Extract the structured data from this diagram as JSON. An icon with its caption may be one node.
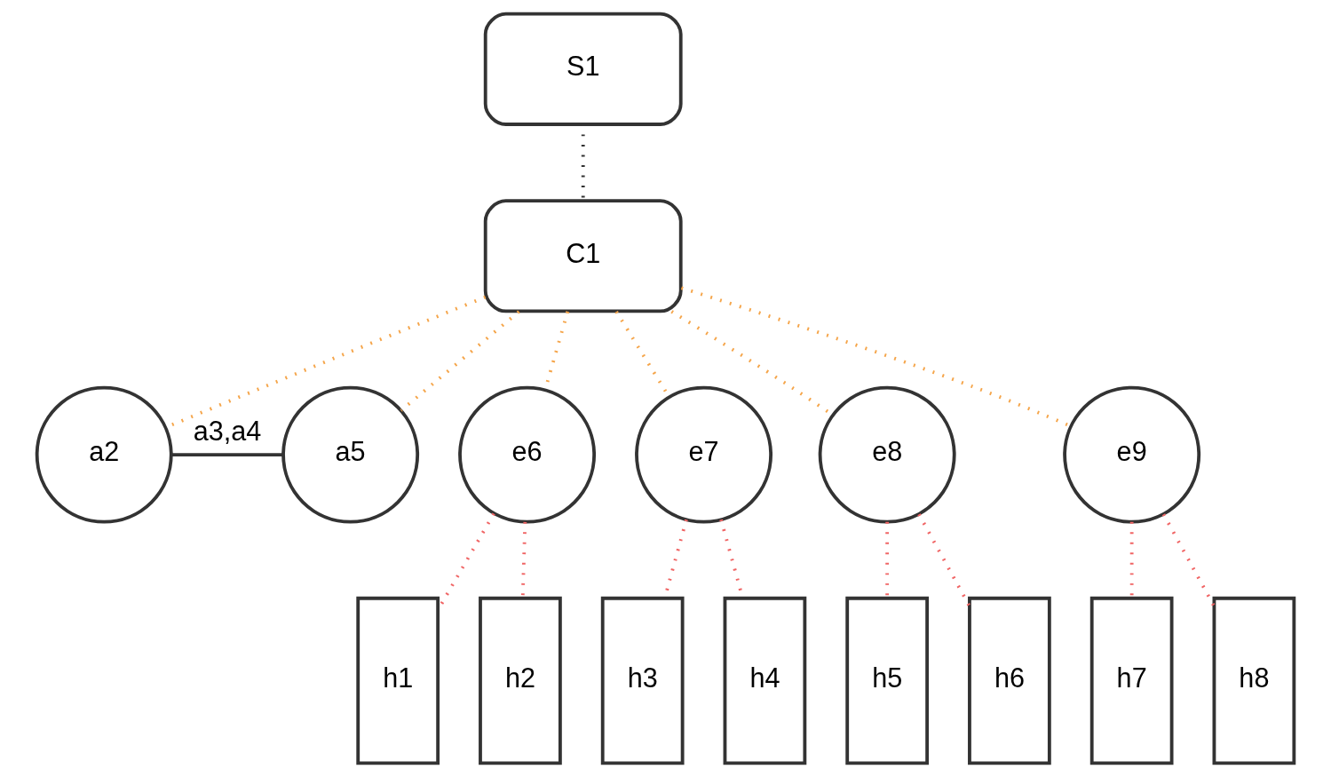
{
  "diagram": {
    "nodes": [
      {
        "text": [
          "S1"
        ]
      },
      {
        "text": [
          "C1"
        ]
      },
      {
        "text": [
          "a2"
        ]
      },
      {
        "text": [
          "a5"
        ]
      },
      {
        "text": [
          "e6"
        ]
      },
      {
        "text": [
          "e7"
        ]
      },
      {
        "text": [
          "e8"
        ]
      },
      {
        "text": [
          "e9"
        ]
      },
      {
        "text": [
          "h1"
        ]
      },
      {
        "text": [
          "h2"
        ]
      },
      {
        "text": [
          "h3"
        ]
      },
      {
        "text": [
          "h4"
        ]
      },
      {
        "text": [
          "h5"
        ]
      },
      {
        "text": [
          "h6"
        ]
      },
      {
        "text": [
          "h7"
        ]
      },
      {
        "text": [
          "h8"
        ]
      }
    ],
    "edges": [
      {
        "from": 0,
        "to": 1,
        "arrow": "none",
        "style": "dashed",
        "color": "#333333"
      },
      {
        "from": 1,
        "to": 2,
        "arrow": "none",
        "style": "dashed",
        "color": "#f5a54a"
      },
      {
        "from": 1,
        "to": 3,
        "arrow": "none",
        "style": "dashed",
        "color": "#f5a54a"
      },
      {
        "from": 1,
        "to": 4,
        "arrow": "none",
        "style": "dashed",
        "color": "#f5a54a"
      },
      {
        "from": 1,
        "to": 5,
        "arrow": "none",
        "style": "dashed",
        "color": "#f5a54a"
      },
      {
        "from": 1,
        "to": 6,
        "arrow": "none",
        "style": "dashed",
        "color": "#f5a54a"
      },
      {
        "from": 1,
        "to": 7,
        "arrow": "none",
        "style": "dashed",
        "color": "#f5a54a"
      },
      {
        "from": 2,
        "to": 3,
        "arrow": "none",
        "label": "a3,a4",
        "color": "#333333"
      },
      {
        "from": 4,
        "to": 8,
        "arrow": "none",
        "style": "dashed",
        "color": "#f06464"
      },
      {
        "from": 4,
        "to": 9,
        "arrow": "none",
        "style": "dashed",
        "color": "#f06464"
      },
      {
        "from": 5,
        "to": 10,
        "arrow": "none",
        "style": "dashed",
        "color": "#f06464"
      },
      {
        "from": 5,
        "to": 11,
        "arrow": "none",
        "style": "dashed",
        "color": "#f06464"
      },
      {
        "from": 6,
        "to": 12,
        "arrow": "none",
        "style": "dashed",
        "color": "#f06464"
      },
      {
        "from": 6,
        "to": 13,
        "arrow": "none",
        "style": "dashed",
        "color": "#f06464"
      },
      {
        "from": 7,
        "to": 14,
        "arrow": "none",
        "style": "dashed",
        "color": "#f06464"
      },
      {
        "from": 7,
        "to": 15,
        "arrow": "none",
        "style": "dashed",
        "color": "#f06464"
      }
    ]
  }
}
